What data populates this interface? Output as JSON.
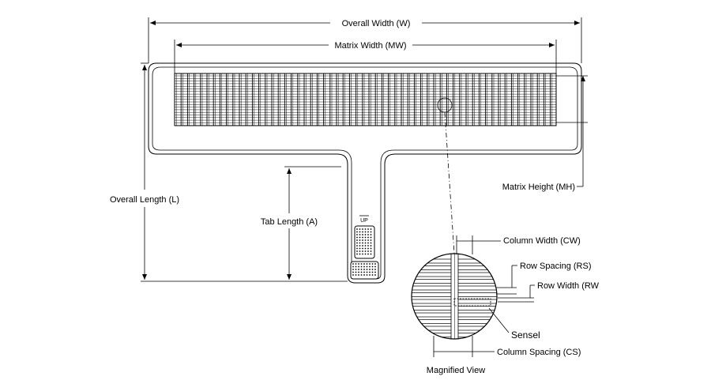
{
  "labels": {
    "overall_width": "Overall Width (W)",
    "matrix_width": "Matrix Width (MW)",
    "matrix_height": "Matrix Height (MH)",
    "overall_length": "Overall Length (L)",
    "tab_length": "Tab Length (A)",
    "up_mark": "UP",
    "column_width": "Column Width (CW)",
    "row_spacing": "Row Spacing (RS)",
    "row_width": "Row Width (RW",
    "sensel": "Sensel",
    "column_spacing": "Column Spacing (CS)",
    "magnified_view": "Magnified View"
  },
  "colors": {
    "line": "#000000",
    "background": "#ffffff"
  }
}
